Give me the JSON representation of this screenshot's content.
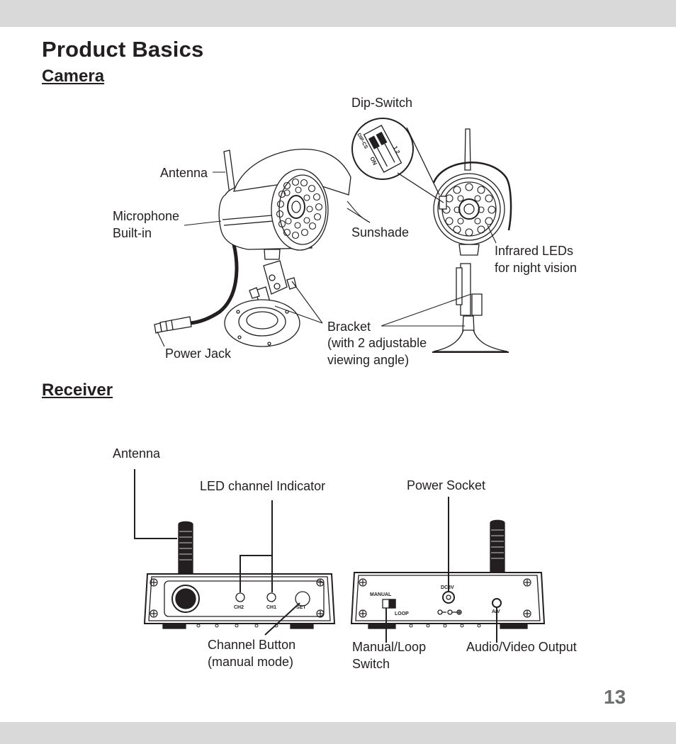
{
  "page": {
    "title": "Product Basics",
    "number": "13"
  },
  "camera": {
    "heading": "Camera",
    "labels": {
      "dip_switch": "Dip-Switch",
      "antenna": "Antenna",
      "microphone_line1": "Microphone",
      "microphone_line2": "Built-in",
      "sunshade": "Sunshade",
      "infrared_line1": "Infrared LEDs",
      "infrared_line2": "for night vision",
      "bracket_line1": "Bracket",
      "bracket_line2": "(with 2 adjustable",
      "bracket_line3": "viewing angle)",
      "power_jack": "Power Jack"
    },
    "dip_marks": {
      "on": "ON",
      "numbers": "1 2",
      "code": "DIP-CS"
    }
  },
  "receiver": {
    "heading": "Receiver",
    "labels": {
      "antenna": "Antenna",
      "led_indicator": "LED channel Indicator",
      "power_socket": "Power Socket",
      "channel_button_line1": "Channel Button",
      "channel_button_line2": "(manual mode)",
      "manual_loop_line1": "Manual/Loop",
      "manual_loop_line2": "Switch",
      "av_output": "Audio/Video Output"
    },
    "panel_text": {
      "ch2": "CH2",
      "ch1": "CH1",
      "set": "SET",
      "manual": "MANUAL",
      "loop": "LOOP",
      "dc": "DC8V",
      "av": "A/V"
    }
  }
}
